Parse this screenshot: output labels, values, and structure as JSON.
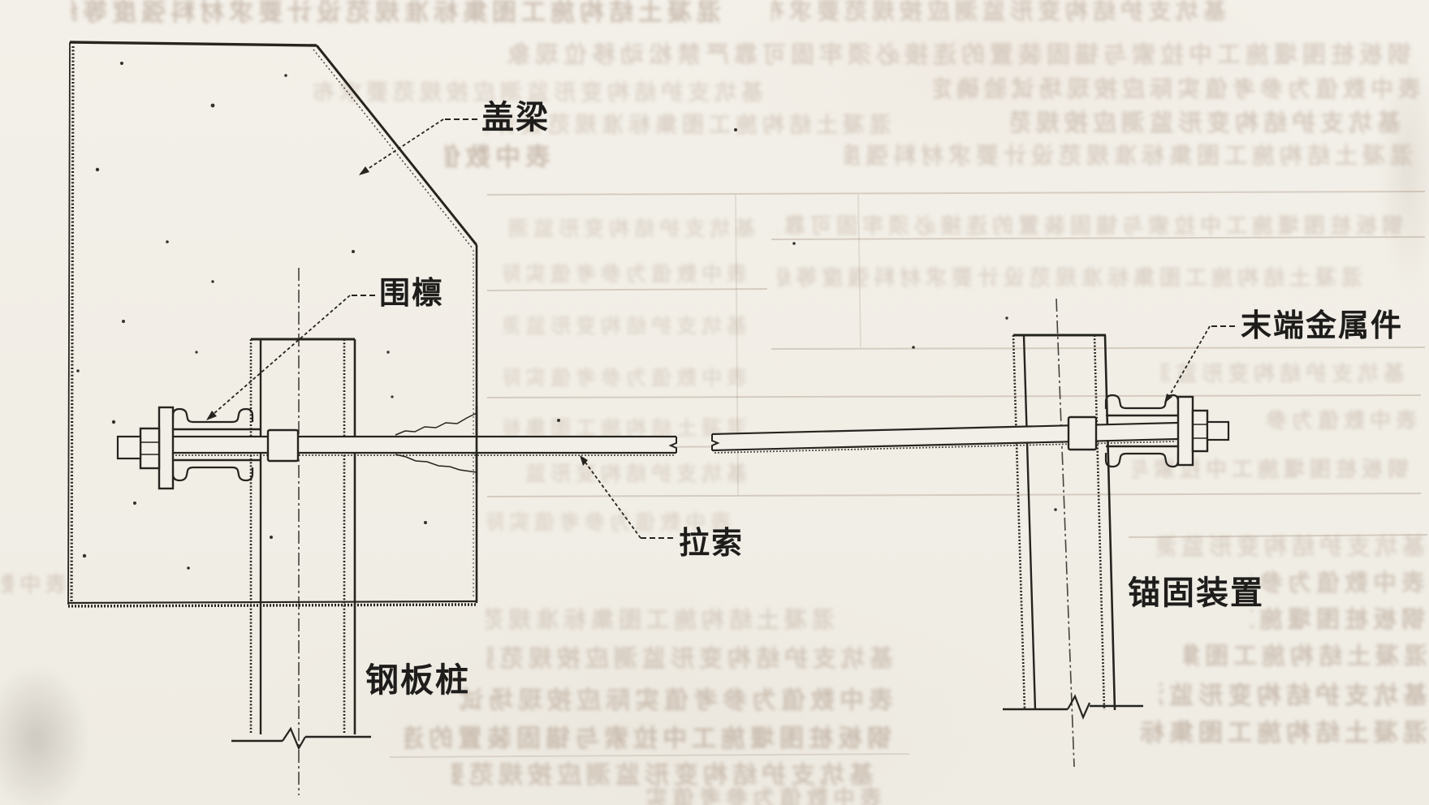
{
  "figure": {
    "labels": {
      "cap_beam": "盖梁",
      "waler": "围檩",
      "cable": "拉索",
      "steel_sheet_pile": "钢板桩",
      "end_metal_fitting": "末端金属件",
      "anchorage_device": "锚固装置"
    },
    "colors": {
      "paper": "#f2efe8",
      "ink": "#26241f",
      "bleed_ink": "#a8917f"
    }
  },
  "bleed": {
    "r1": "混凝土结构施工图集标准规范设计要求材料强度等级参数数值表内容说明事项",
    "r2": "基坑支护结构变形监测应按规范要求布设观测点并定期进行量测记录分析",
    "r3": "钢板桩围堰施工中拉索与锚固装置的连接必须牢固可靠严禁松动移位现象",
    "r4": "表中数值为参考值实际应按现场试验确定采用"
  }
}
